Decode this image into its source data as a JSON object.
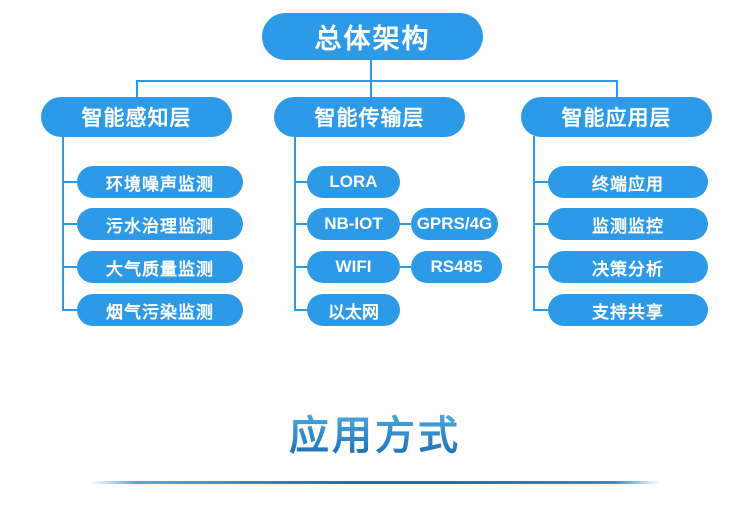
{
  "colors": {
    "node_blue": "#2d9ae8",
    "connector_blue": "#2d9ae8",
    "title_gradient_top": "#4fa9e0",
    "title_gradient_bottom": "#1a6cb4"
  },
  "diagram": {
    "root": {
      "label": "总体架构"
    },
    "branches": [
      {
        "label": "智能感知层",
        "children": [
          {
            "label": "环境噪声监测"
          },
          {
            "label": "污水治理监测"
          },
          {
            "label": "大气质量监测"
          },
          {
            "label": "烟气污染监测"
          }
        ]
      },
      {
        "label": "智能传输层",
        "children": [
          {
            "label": "LORA"
          },
          {
            "label": "NB-IOT",
            "linked": "GPRS/4G"
          },
          {
            "label": "WIFI",
            "linked": "RS485"
          },
          {
            "label": "以太网"
          }
        ]
      },
      {
        "label": "智能应用层",
        "children": [
          {
            "label": "终端应用"
          },
          {
            "label": "监测监控"
          },
          {
            "label": "决策分析"
          },
          {
            "label": "支持共享"
          }
        ]
      }
    ]
  },
  "footer": {
    "section_title": "应用方式"
  }
}
